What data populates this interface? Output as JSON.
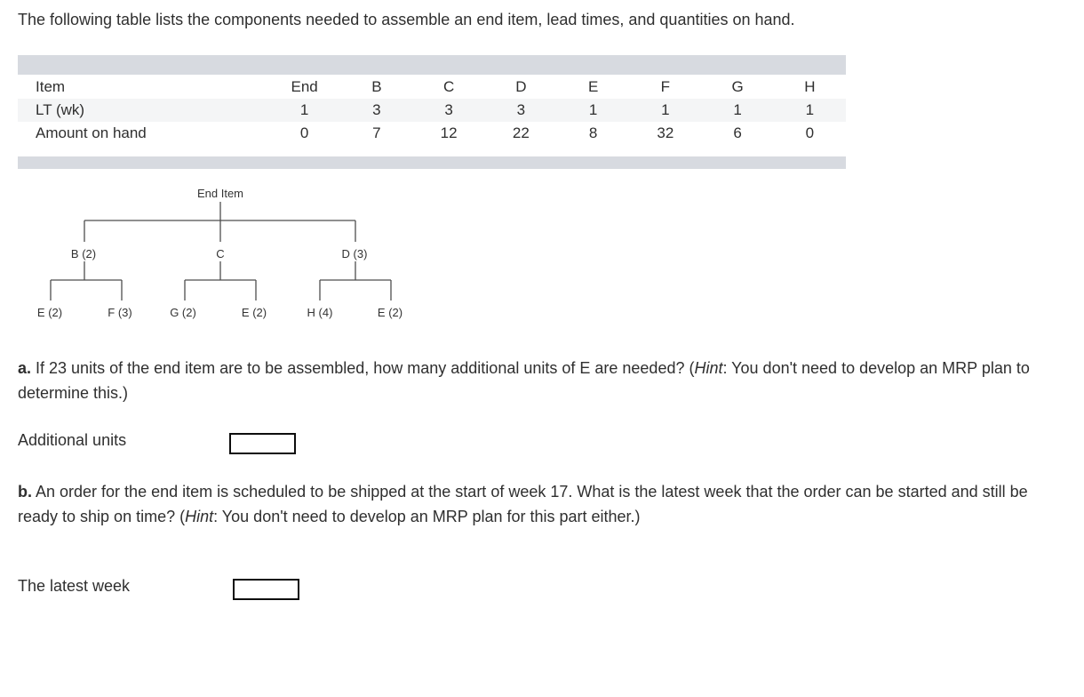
{
  "page": {
    "title": "The following table lists the components needed to assemble an end item, lead times, and quantities on hand."
  },
  "table": {
    "rows": [
      {
        "label": "Item",
        "cells": [
          "End",
          "B",
          "C",
          "D",
          "E",
          "F",
          "G",
          "H"
        ]
      },
      {
        "label": "LT (wk)",
        "cells": [
          "1",
          "3",
          "3",
          "3",
          "1",
          "1",
          "1",
          "1"
        ]
      },
      {
        "label": "Amount on hand",
        "cells": [
          "0",
          "7",
          "12",
          "22",
          "8",
          "32",
          "6",
          "0"
        ]
      }
    ]
  },
  "tree": {
    "root": "End Item",
    "level2": [
      "B (2)",
      "C",
      "D (3)"
    ],
    "level3": [
      "E (2)",
      "F (3)",
      "G (2)",
      "E (2)",
      "H (4)",
      "E (2)"
    ]
  },
  "questions": {
    "a": {
      "prefix": "a.",
      "body_1": " If 23 units of the end item are to be assembled, how many additional units of E are needed? (",
      "hint_word": "Hint",
      "body_2": ": You don't need to develop an MRP plan to determine this.)",
      "answer_label": "Additional units",
      "answer_value": ""
    },
    "b": {
      "prefix": "b.",
      "body_1": " An order for the end item is scheduled to be shipped at the start of week 17. What is the latest week that the order can be started and still be ready to ship on time? (",
      "hint_word": "Hint",
      "body_2": ": You don't need to develop an MRP plan for this part either.)",
      "answer_label": "The latest week",
      "answer_value": ""
    }
  },
  "colors": {
    "table_bar": "#d7dae0",
    "row_stripe": "#f4f5f6",
    "text": "#2f2f2f",
    "input_border": "#0d0d0d"
  }
}
